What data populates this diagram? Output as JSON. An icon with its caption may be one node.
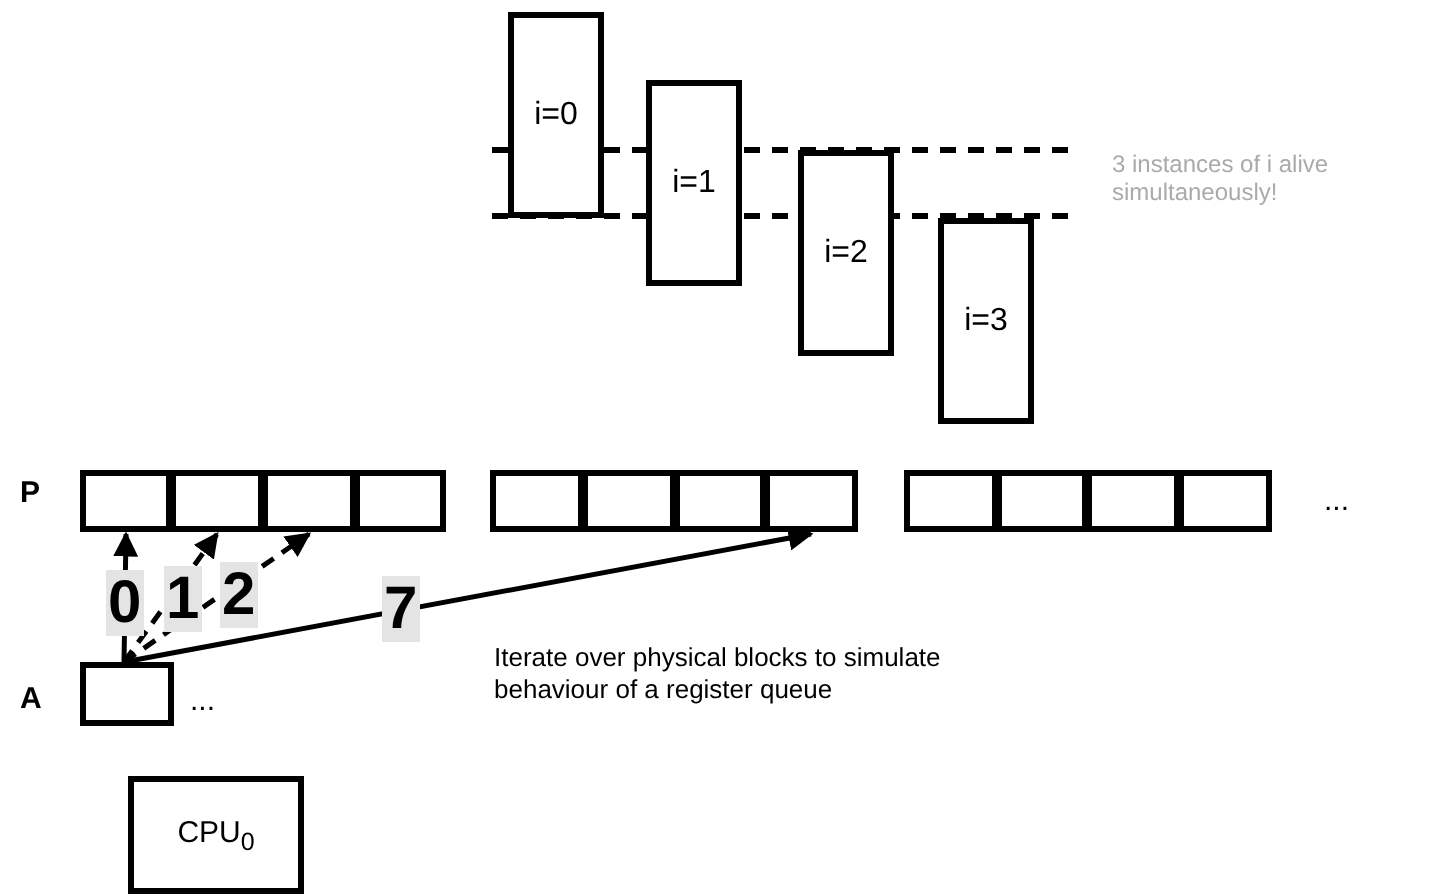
{
  "diagram": {
    "nodes": [
      {
        "text": [
          "i=0"
        ]
      },
      {
        "text": [
          "i=1"
        ]
      },
      {
        "text": [
          "i=2"
        ]
      },
      {
        "text": [
          "i=3"
        ]
      },
      {
        "text": [],
        "shape": "box"
      },
      {
        "text": [],
        "shape": "box"
      },
      {
        "text": [],
        "shape": "box"
      },
      {
        "text": [],
        "shape": "box"
      },
      {
        "text": [],
        "shape": "box"
      },
      {
        "text": [],
        "shape": "box"
      },
      {
        "text": [],
        "shape": "box"
      },
      {
        "text": [],
        "shape": "box"
      },
      {
        "text": [],
        "shape": "box"
      },
      {
        "text": [],
        "shape": "box"
      },
      {
        "text": [],
        "shape": "box"
      },
      {
        "text": [],
        "shape": "box"
      },
      {
        "text": [],
        "shape": "box"
      },
      {
        "text": [
          "CPU$_{0}$"
        ]
      }
    ],
    "edges": [
      {
        "from": 16,
        "to": 4,
        "arrow": "to",
        "label": "0"
      },
      {
        "from": 16,
        "to": 5,
        "arrow": "to",
        "label": "1",
        "style": "dashed"
      },
      {
        "from": 16,
        "to": 6,
        "arrow": "to",
        "label": "2",
        "style": "dashed"
      },
      {
        "from": 16,
        "to": 11,
        "arrow": "to",
        "label": "7"
      }
    ],
    "labels": [
      "3 instances of i alive simultaneously!",
      "P",
      "...",
      "Iterate over physical blocks to simulate behaviour of a register queue",
      "A",
      "..."
    ]
  }
}
